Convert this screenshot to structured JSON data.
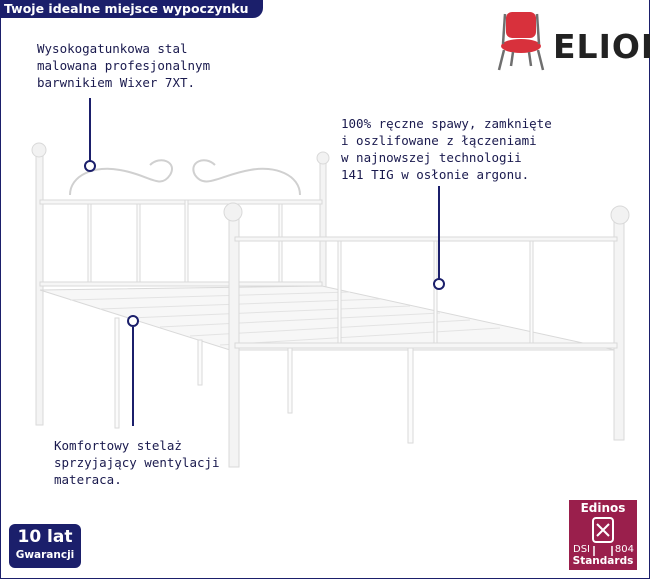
{
  "header": {
    "tagline": "Twoje idealne miejsce wypoczynku"
  },
  "brand": {
    "name": "ELIOR"
  },
  "callouts": {
    "steel": "Wysokogatunkowa stal\nmalowana profesjonalnym\nbarwnikiem Wixer 7XT.",
    "welds": "100% ręczne spawy, zamknięte\ni oszlifowane z łączeniami\nw najnowszej technologii\n141 TIG w osłonie argonu.",
    "slats": "Komfortowy stelaż\nsprzyjający wentylacji\nmateraca."
  },
  "warranty": {
    "years": "10 lat",
    "label": "Gwarancji"
  },
  "certificate": {
    "name": "Edinos",
    "dsi": "DSI",
    "number": "804",
    "standards": "Standards"
  },
  "colors": {
    "navy": "#1b1f6b",
    "maroon": "#9a1f4c",
    "chair_red": "#d8313c"
  }
}
